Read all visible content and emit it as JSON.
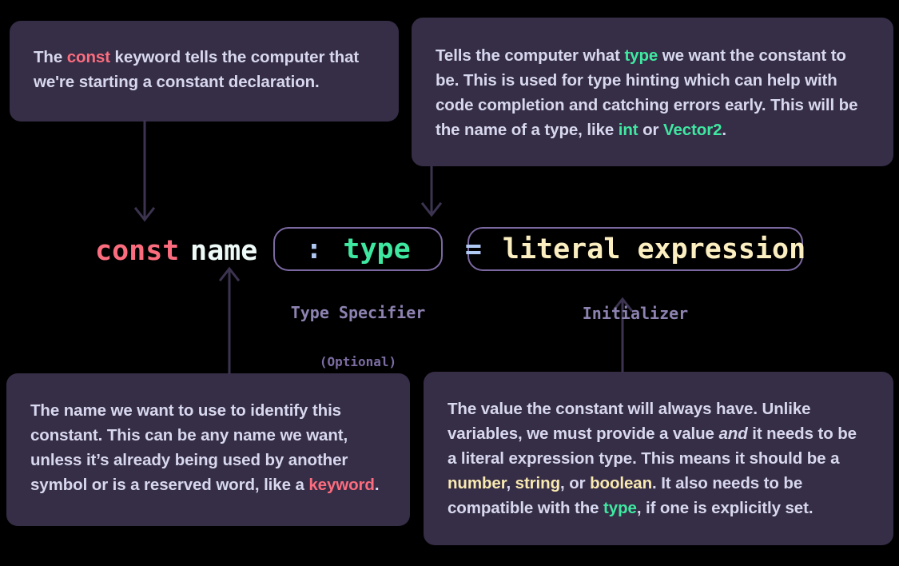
{
  "theme": {
    "background": "#000000",
    "callout_bg": "#362d46",
    "body_text": "#d7d8ef",
    "keyword_red": "#fb6d7e",
    "type_green": "#3fe8a1",
    "literal_yellow": "#f8e9b0",
    "operator_blue": "#afc9f2",
    "border_purple": "#7b68a0",
    "label_purple": "#8d82b0",
    "sublabel_purple": "#7c6da3",
    "arrow_purple": "#3c3350",
    "name_white": "#eefaf7"
  },
  "syntax": {
    "keyword": "const",
    "name": "name",
    "type_specifier": {
      "operator": ":",
      "value": "type",
      "label": "Type Specifier",
      "sublabel": "(Optional)"
    },
    "initializer": {
      "operator": "=",
      "value": "literal expression",
      "label": "Initializer"
    }
  },
  "callouts": {
    "const": {
      "text_1": "The ",
      "kw": "const",
      "text_2": " keyword tells the computer that we're starting a constant declaration."
    },
    "type": {
      "text_1": "Tells the computer what ",
      "type_1": "type",
      "text_2": " we want the constant to be. This is used for type hinting which can help with code completion and catching errors early. This will be the name of a type, like ",
      "type_2": "int",
      "text_3": " or ",
      "type_3": "Vector2",
      "text_4": "."
    },
    "name": {
      "text_1": "The name we want to use to identify this constant. This can be any name we want, unless it’s already being used by another symbol or is a reserved word, like a ",
      "kw": "keyword",
      "text_2": "."
    },
    "value": {
      "text_1": "The value the constant will ",
      "bold_1": "always",
      "text_2": " have. Unlike variables, we must provide a value ",
      "italic_1": "and",
      "text_3": " it needs to be a literal expression type. This means it should be a ",
      "lit_1": "number",
      "text_4": ", ",
      "lit_2": "string",
      "text_5": ", or ",
      "lit_3": "boolean",
      "text_6": ". It also needs to be compatible with the ",
      "type_1": "type",
      "text_7": ", if one is explicitly set."
    }
  },
  "arrows": [
    {
      "name": "arrow-const-to-keyword",
      "direction": "down"
    },
    {
      "name": "arrow-type-to-type-specifier",
      "direction": "down"
    },
    {
      "name": "arrow-name-to-name",
      "direction": "up"
    },
    {
      "name": "arrow-value-to-initializer",
      "direction": "up"
    }
  ]
}
